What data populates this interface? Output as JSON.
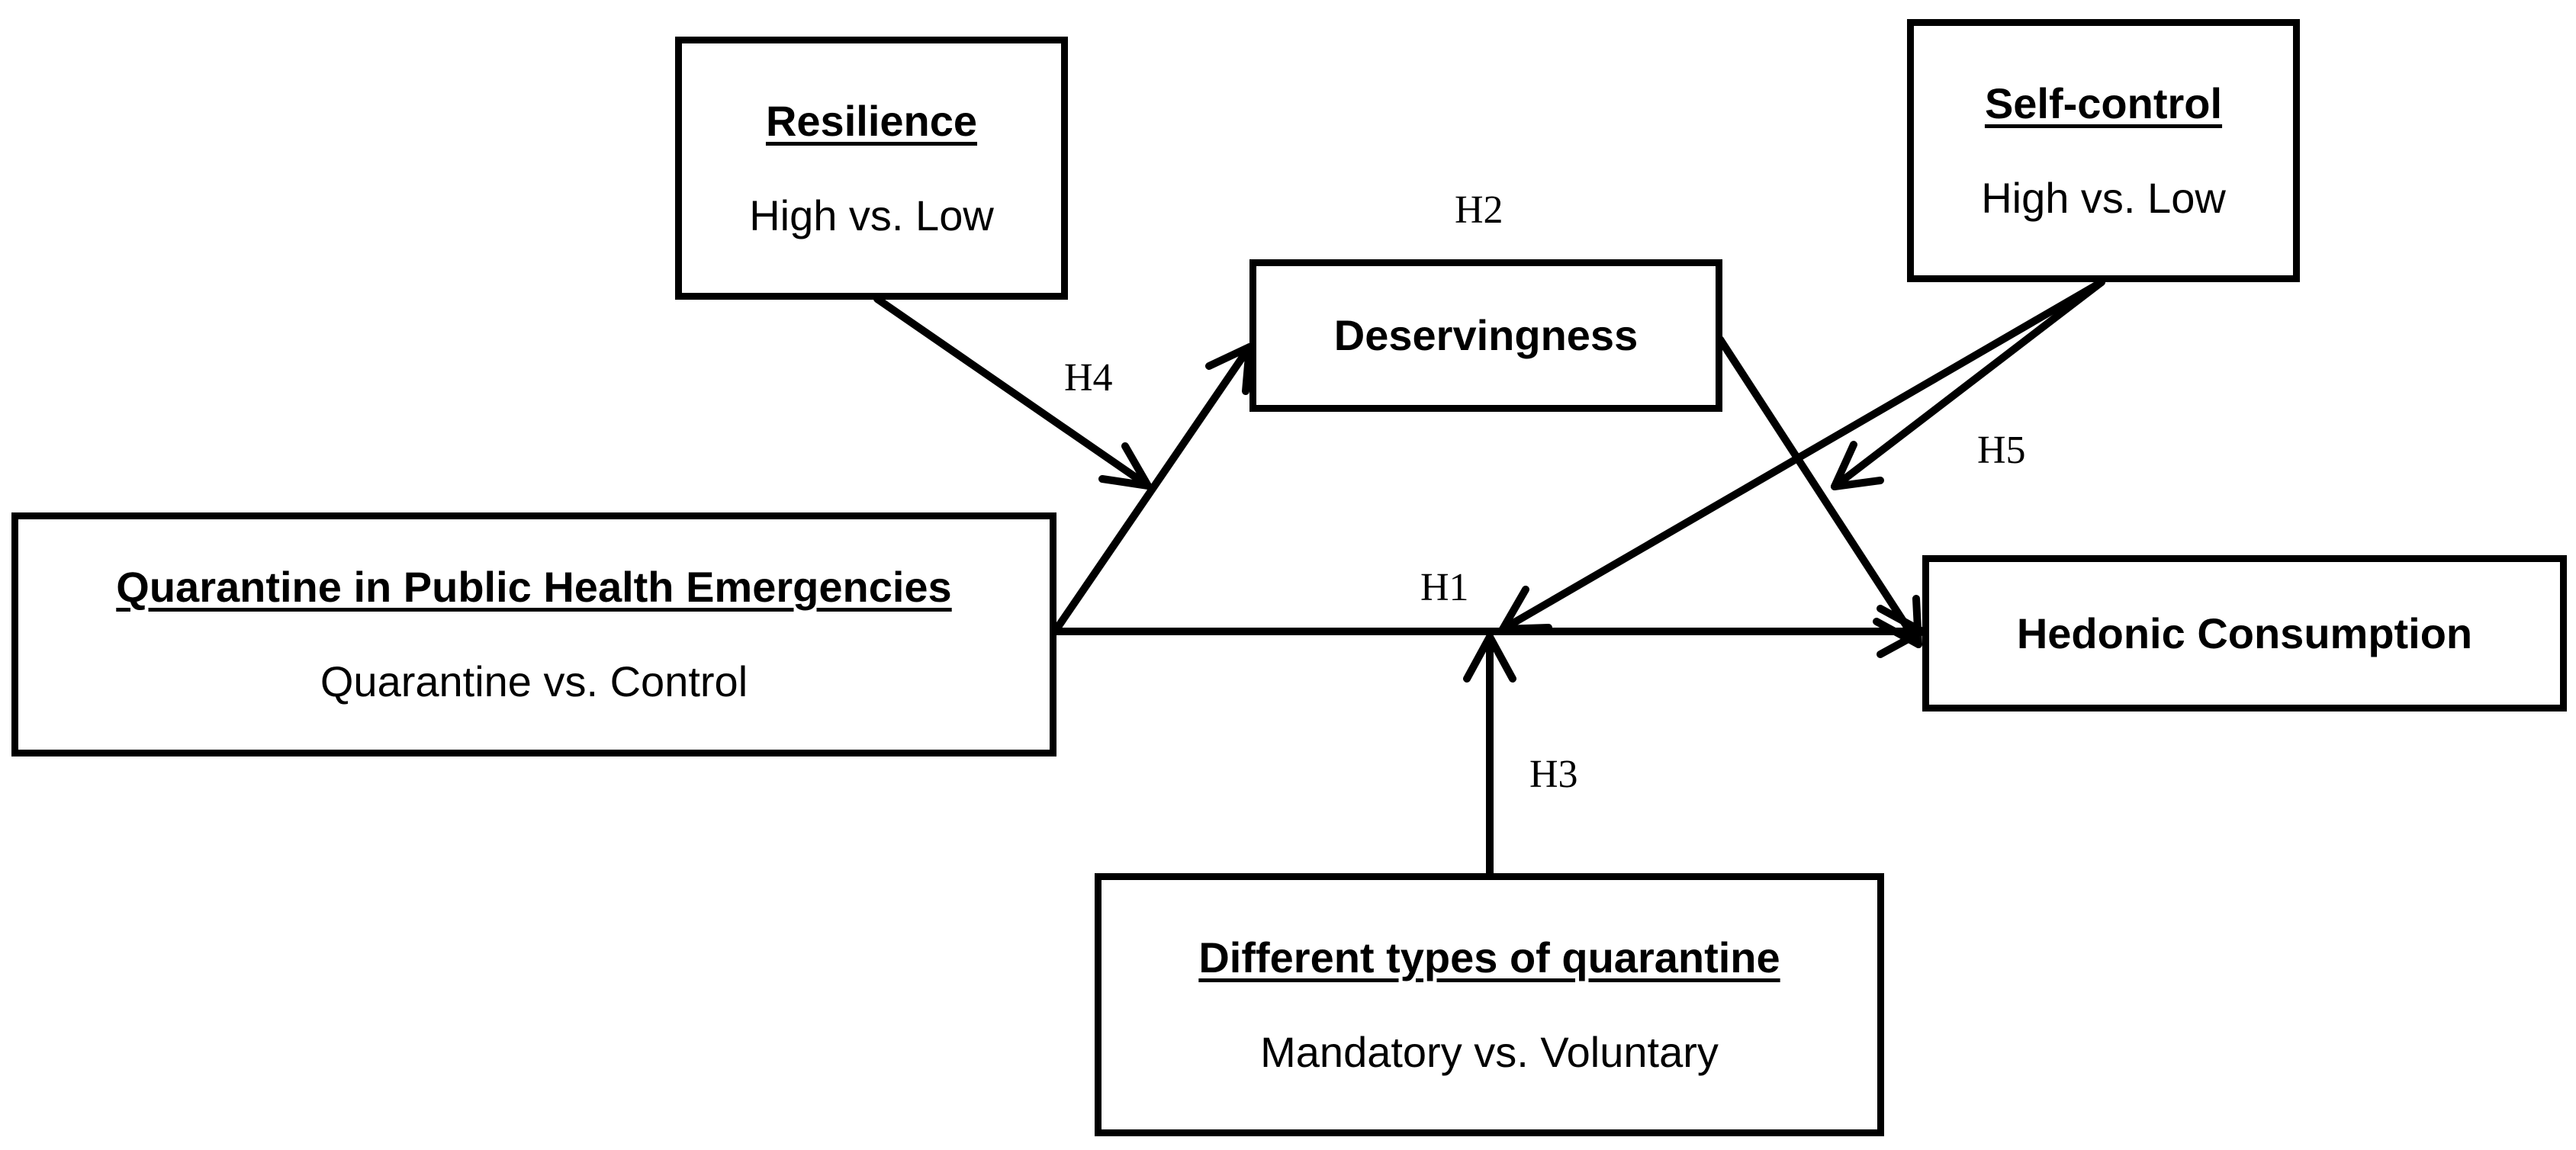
{
  "nodes": {
    "resilience": {
      "title": "Resilience",
      "subtitle": "High vs. Low"
    },
    "self_control": {
      "title": "Self-control",
      "subtitle": "High vs. Low"
    },
    "deservingness": {
      "title": "Deservingness"
    },
    "quarantine": {
      "title": "Quarantine in Public Health Emergencies",
      "subtitle": "Quarantine vs. Control"
    },
    "hedonic": {
      "title": "Hedonic Consumption"
    },
    "types": {
      "title": "Different types of quarantine",
      "subtitle": "Mandatory vs. Voluntary"
    }
  },
  "hypotheses": {
    "h1": "H1",
    "h2": "H2",
    "h3": "H3",
    "h4": "H4",
    "h5": "H5"
  },
  "colors": {
    "line": "#000000",
    "background": "#ffffff"
  }
}
